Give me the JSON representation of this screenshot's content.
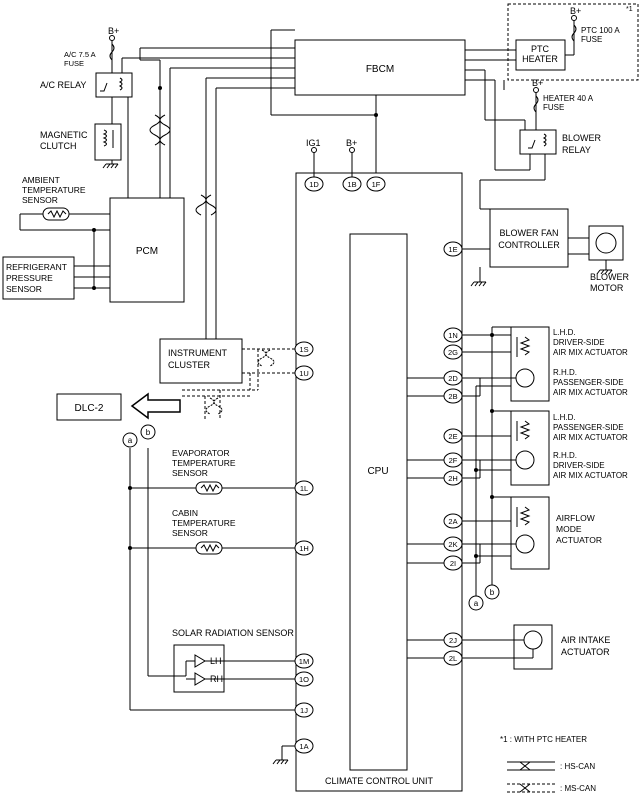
{
  "components": {
    "fbcm": "FBCM",
    "pcm": "PCM",
    "cpu": "CPU",
    "climate_unit": "CLIMATE CONTROL UNIT",
    "ptc_heater": [
      "PTC",
      "HEATER"
    ],
    "ptc_fuse": [
      "PTC 100 A",
      "FUSE"
    ],
    "heater_fuse": [
      "HEATER 40 A",
      "FUSE"
    ],
    "blower_relay": [
      "BLOWER",
      "RELAY"
    ],
    "blower_fan_controller": [
      "BLOWER FAN",
      "CONTROLLER"
    ],
    "blower_motor": [
      "BLOWER",
      "MOTOR"
    ],
    "ac_fuse": [
      "A/C 7.5 A",
      "FUSE"
    ],
    "ac_relay": "A/C RELAY",
    "magnetic_clutch": [
      "MAGNETIC",
      "CLUTCH"
    ],
    "ambient_sensor": [
      "AMBIENT",
      "TEMPERATURE",
      "SENSOR"
    ],
    "refrigerant_sensor": [
      "REFRIGERANT",
      "PRESSURE",
      "SENSOR"
    ],
    "instrument_cluster": [
      "INSTRUMENT",
      "CLUSTER"
    ],
    "dlc2": "DLC-2",
    "evaporator_sensor": [
      "EVAPORATOR",
      "TEMPERATURE",
      "SENSOR"
    ],
    "cabin_sensor": [
      "CABIN",
      "TEMPERATURE",
      "SENSOR"
    ],
    "solar_sensor": "SOLAR RADIATION SENSOR",
    "solar_lh": "LH",
    "solar_rh": "RH",
    "actuator1": [
      "L.H.D.",
      "DRIVER-SIDE",
      "AIR MIX ACTUATOR"
    ],
    "actuator2": [
      "R.H.D.",
      "PASSENGER-SIDE",
      "AIR MIX ACTUATOR"
    ],
    "actuator3": [
      "L.H.D.",
      "PASSENGER-SIDE",
      "AIR MIX ACTUATOR"
    ],
    "actuator4": [
      "R.H.D.",
      "DRIVER-SIDE",
      "AIR MIX ACTUATOR"
    ],
    "airflow_actuator": [
      "AIRFLOW",
      "MODE",
      "ACTUATOR"
    ],
    "air_intake_actuator": [
      "AIR INTAKE",
      "ACTUATOR"
    ]
  },
  "power_labels": {
    "b_plus": "B+",
    "ig1": "IG1",
    "asterisk": "*1"
  },
  "connectors": [
    "1D",
    "1B",
    "1F",
    "1E",
    "1N",
    "2G",
    "2D",
    "2B",
    "2E",
    "2F",
    "2H",
    "2A",
    "2K",
    "2I",
    "1S",
    "1U",
    "1L",
    "1H",
    "1M",
    "1O",
    "1J",
    "1A",
    "2J",
    "2L"
  ],
  "junctions": {
    "a": "a",
    "b": "b"
  },
  "legend": {
    "note": "*1 : WITH PTC HEATER",
    "hs_can": ": HS-CAN",
    "ms_can": ": MS-CAN"
  }
}
